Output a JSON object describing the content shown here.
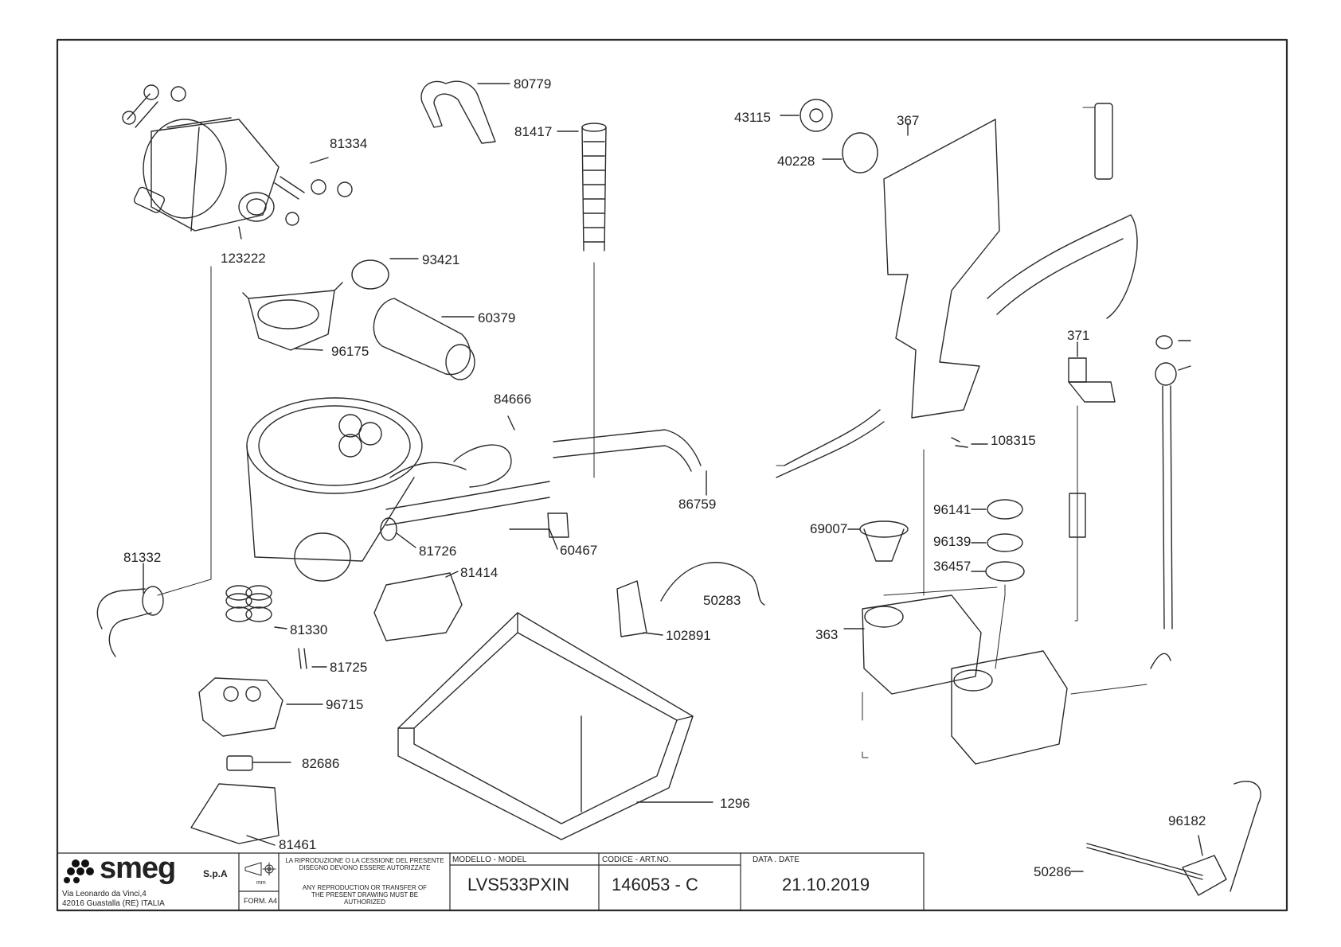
{
  "parts": [
    {
      "id": "p80779",
      "label": "80779"
    },
    {
      "id": "p81417",
      "label": "81417"
    },
    {
      "id": "p81334",
      "label": "81334"
    },
    {
      "id": "p123222",
      "label": "123222"
    },
    {
      "id": "p93421",
      "label": "93421"
    },
    {
      "id": "p60379",
      "label": "60379"
    },
    {
      "id": "p96175",
      "label": "96175"
    },
    {
      "id": "p84666",
      "label": "84666"
    },
    {
      "id": "p86759",
      "label": "86759"
    },
    {
      "id": "p81726",
      "label": "81726"
    },
    {
      "id": "p60467",
      "label": "60467"
    },
    {
      "id": "p81414",
      "label": "81414"
    },
    {
      "id": "p81332",
      "label": "81332"
    },
    {
      "id": "p81330",
      "label": "81330"
    },
    {
      "id": "p81725",
      "label": "81725"
    },
    {
      "id": "p96715",
      "label": "96715"
    },
    {
      "id": "p82686",
      "label": "82686"
    },
    {
      "id": "p81461",
      "label": "81461"
    },
    {
      "id": "p50283",
      "label": "50283"
    },
    {
      "id": "p102891",
      "label": "102891"
    },
    {
      "id": "p1296",
      "label": "1296"
    },
    {
      "id": "p43115",
      "label": "43115"
    },
    {
      "id": "p367",
      "label": "367"
    },
    {
      "id": "p40228",
      "label": "40228"
    },
    {
      "id": "p371",
      "label": "371"
    },
    {
      "id": "p108315",
      "label": "108315"
    },
    {
      "id": "p69007",
      "label": "69007"
    },
    {
      "id": "p96141",
      "label": "96141"
    },
    {
      "id": "p96139",
      "label": "96139"
    },
    {
      "id": "p36457",
      "label": "36457"
    },
    {
      "id": "p363",
      "label": "363"
    },
    {
      "id": "p96182",
      "label": "96182"
    },
    {
      "id": "p50286",
      "label": "50286"
    }
  ],
  "title_block": {
    "brand": "smeg",
    "brand_suffix": "S.p.A",
    "address_line1": "Via Leonardo da Vinci,4",
    "address_line2": "42016  Guastalla (RE) ITALIA",
    "unit": "mm",
    "format": "FORM. A4",
    "notice_it": "LA RIPRODUZIONE O LA CESSIONE DEL PRESENTE DISEGNO DEVONO ESSERE AUTORIZZATE",
    "notice_en": "ANY REPRODUCTION OR TRANSFER OF THE PRESENT DRAWING MUST BE AUTHORIZED",
    "model_label": "MODELLO - MODEL",
    "model_value": "LVS533PXIN",
    "code_label": "CODICE - ART.NO.",
    "code_value": "146053 - C",
    "date_label": "DATA . DATE",
    "date_value": "21.10.2019"
  }
}
